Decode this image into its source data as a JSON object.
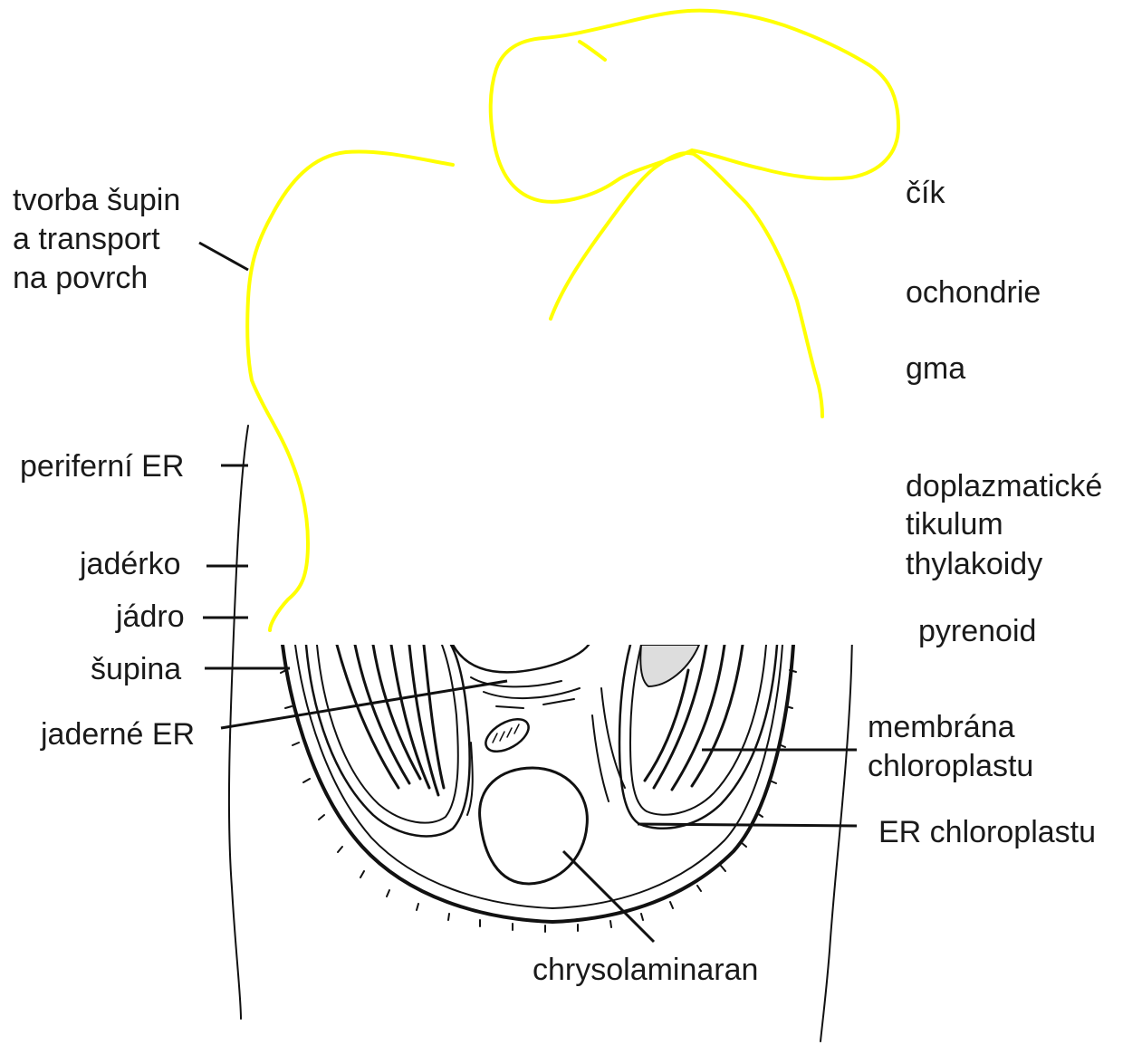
{
  "labels": {
    "tvorba_1": "tvorba šupin",
    "tvorba_2": "a transport",
    "tvorba_3": "na povrch",
    "periferni_er": "periferní ER",
    "jaderko": "jadérko",
    "jadro": "jádro",
    "supina": "šupina",
    "jaderne_er": "jaderné ER",
    "bicik": "čík",
    "mitochondrie": "ochondrie",
    "stigma": "gma",
    "endoplazmaticke": "doplazmatické",
    "retikulum": "tikulum",
    "thylakoidy": "thylakoidy",
    "pyrenoid": "pyrenoid",
    "membrana_1": "membrána",
    "membrana_2": "chloroplastu",
    "er_chloroplastu": "ER chloroplastu",
    "chrysolaminaran": "chrysolaminaran"
  },
  "colors": {
    "ink": "#111111",
    "overlay": "#ffff00",
    "background": "#ffffff"
  }
}
